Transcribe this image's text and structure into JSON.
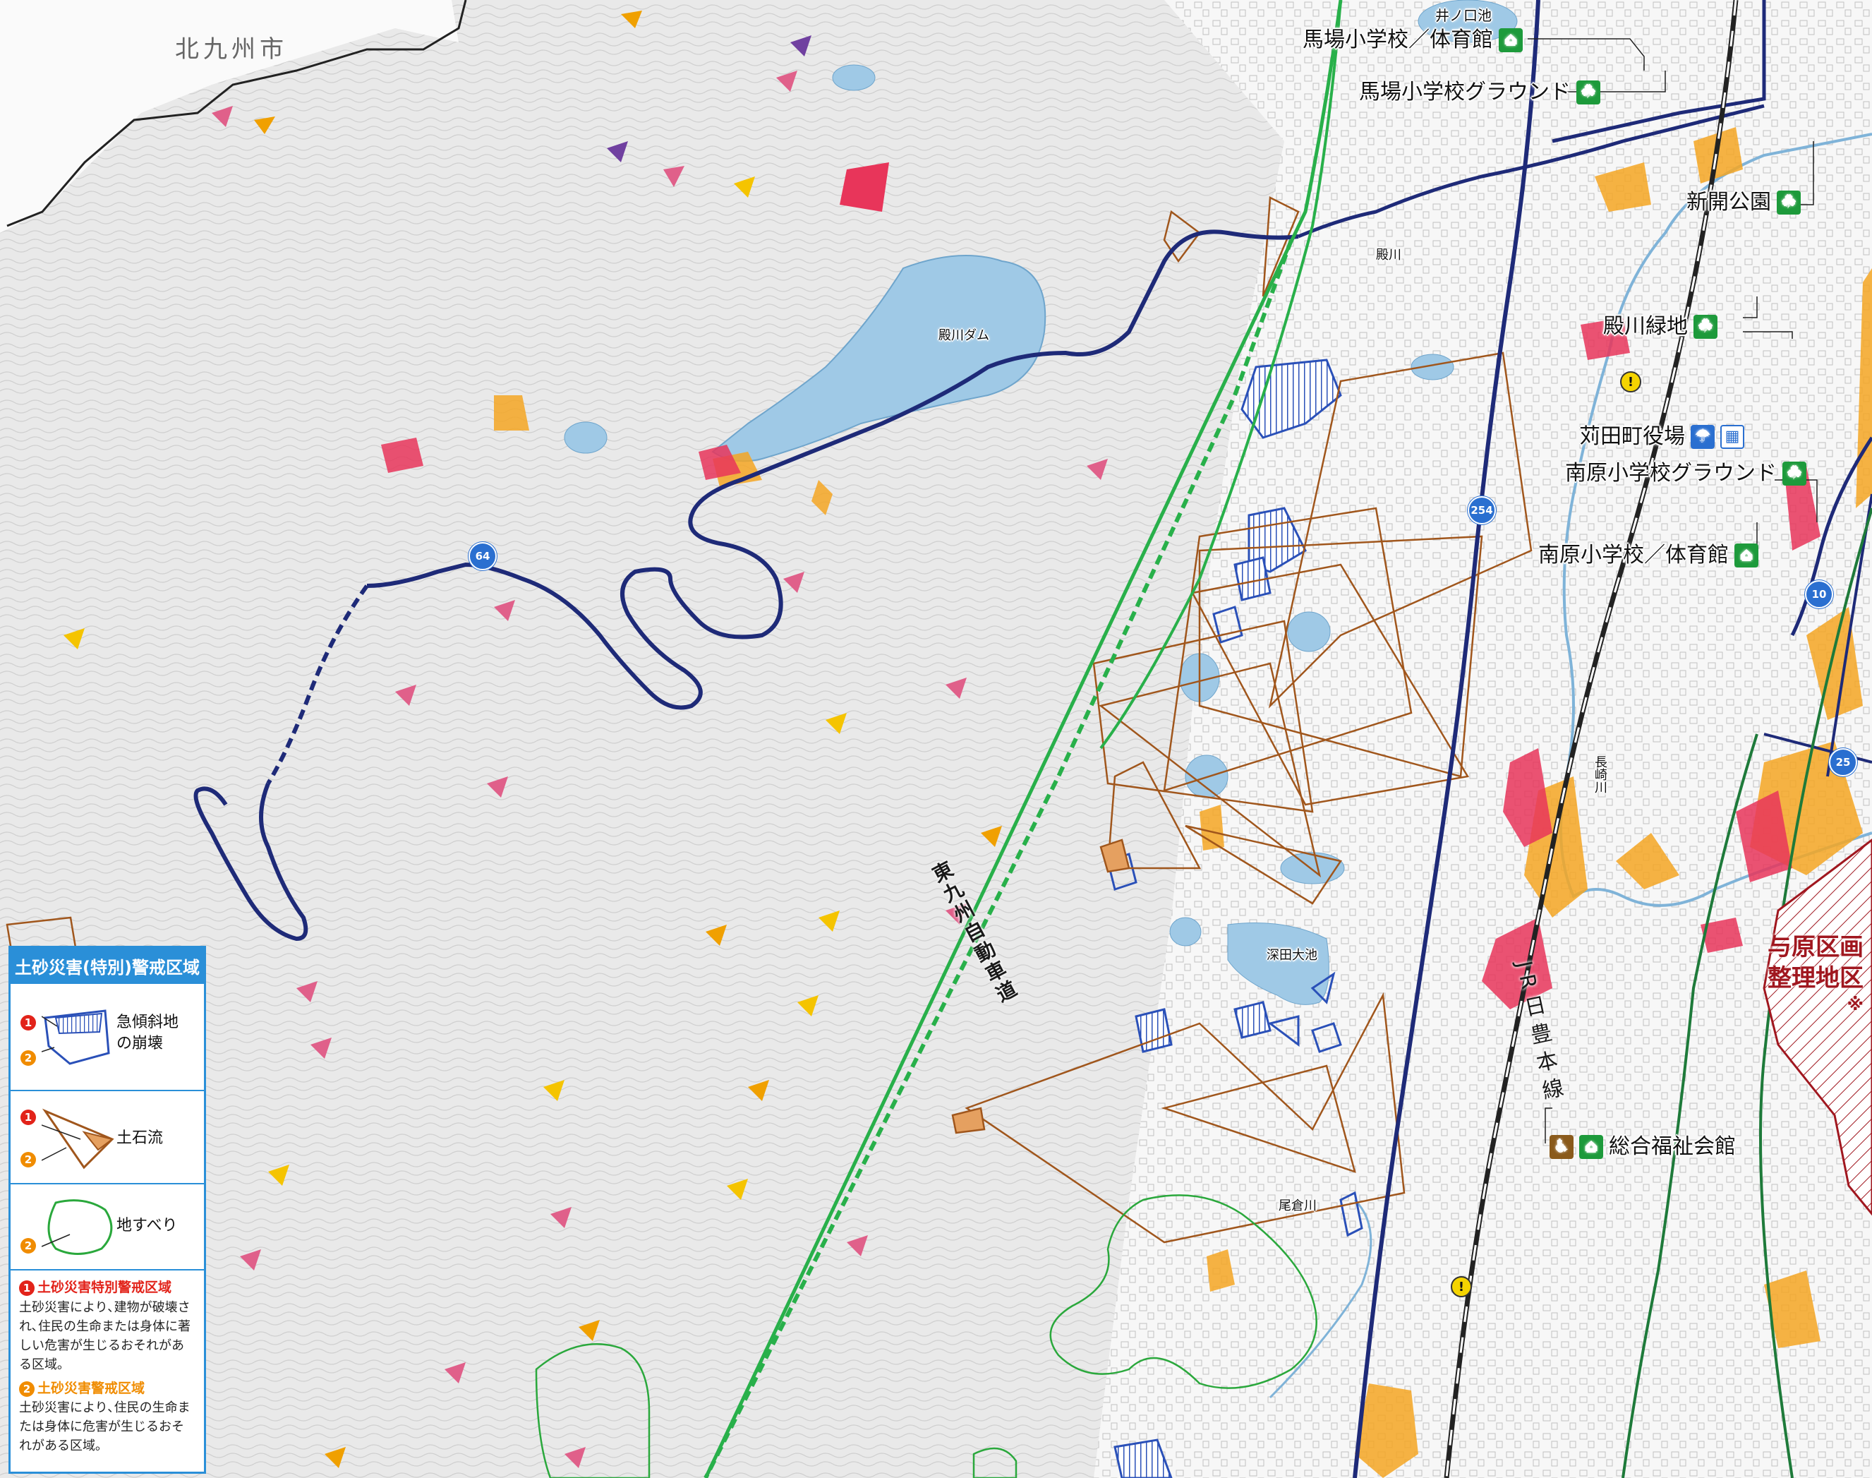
{
  "city_label": "北九州市",
  "expressway_label": "東九州自動車道",
  "jr_line_label": "JR日豊本線",
  "places": {
    "inokuchi_pond": "井ノ口池",
    "tonogawa_dam": "殿川ダム",
    "tonogawa": "殿川",
    "fukada_pond": "深田大池",
    "ogura_river": "尾倉川",
    "nagasaki_river": "長崎川",
    "yobaru_area_line1": "与原区画",
    "yobaru_area_line2": "整理地区",
    "yobaru_note": "※"
  },
  "routes": {
    "r64": "64",
    "r254": "254",
    "r10": "10",
    "r25": "25"
  },
  "facilities": [
    {
      "label": "馬場小学校／体育館",
      "icons": [
        "evac-shelter-icon"
      ]
    },
    {
      "label": "馬場小学校グラウンド",
      "icons": [
        "evac-site-icon"
      ]
    },
    {
      "label": "新開公園",
      "icons": [
        "evac-site-icon"
      ]
    },
    {
      "label": "殿川緑地",
      "icons": [
        "evac-site-icon"
      ]
    },
    {
      "label": "苅田町役場",
      "icons": [
        "umbrella-icon",
        "building-icon"
      ]
    },
    {
      "label": "南原小学校グラウンド",
      "icons": [
        "evac-site-icon"
      ]
    },
    {
      "label": "南原小学校／体育館",
      "icons": [
        "evac-shelter-icon"
      ]
    },
    {
      "label": "総合福祉会館",
      "icons": [
        "welfare-shelter-icon",
        "evac-shelter-icon"
      ]
    }
  ],
  "legend": {
    "title": "土砂災害(特別)警戒区域",
    "items": [
      {
        "label_line1": "急傾斜地",
        "label_line2": "の崩壊"
      },
      {
        "label_line1": "土石流",
        "label_line2": ""
      },
      {
        "label_line1": "地すべり",
        "label_line2": ""
      }
    ],
    "num1": "1",
    "num2": "2",
    "special_title": "土砂災害特別警戒区域",
    "special_desc": "土砂災害により､建物が破壊され､住民の生命または身体に著しい危害が生じるおそれがある区域｡",
    "warning_title": "土砂災害警戒区域",
    "warning_desc": "土砂災害により､住民の生命または身体に危害が生じるおそれがある区域｡"
  },
  "colors": {
    "legend_border": "#2a8fd8",
    "road": "#1e2a78",
    "expressway": "#28b04a",
    "debris_flow": "#a0561c",
    "steep_slope": "#2a50b8",
    "landslide": "#2aa83c",
    "special_zone": "#e8355a",
    "warning_zone": "#f5a623",
    "water": "#9fc9e6",
    "yobaru_boundary": "#a0171f"
  }
}
